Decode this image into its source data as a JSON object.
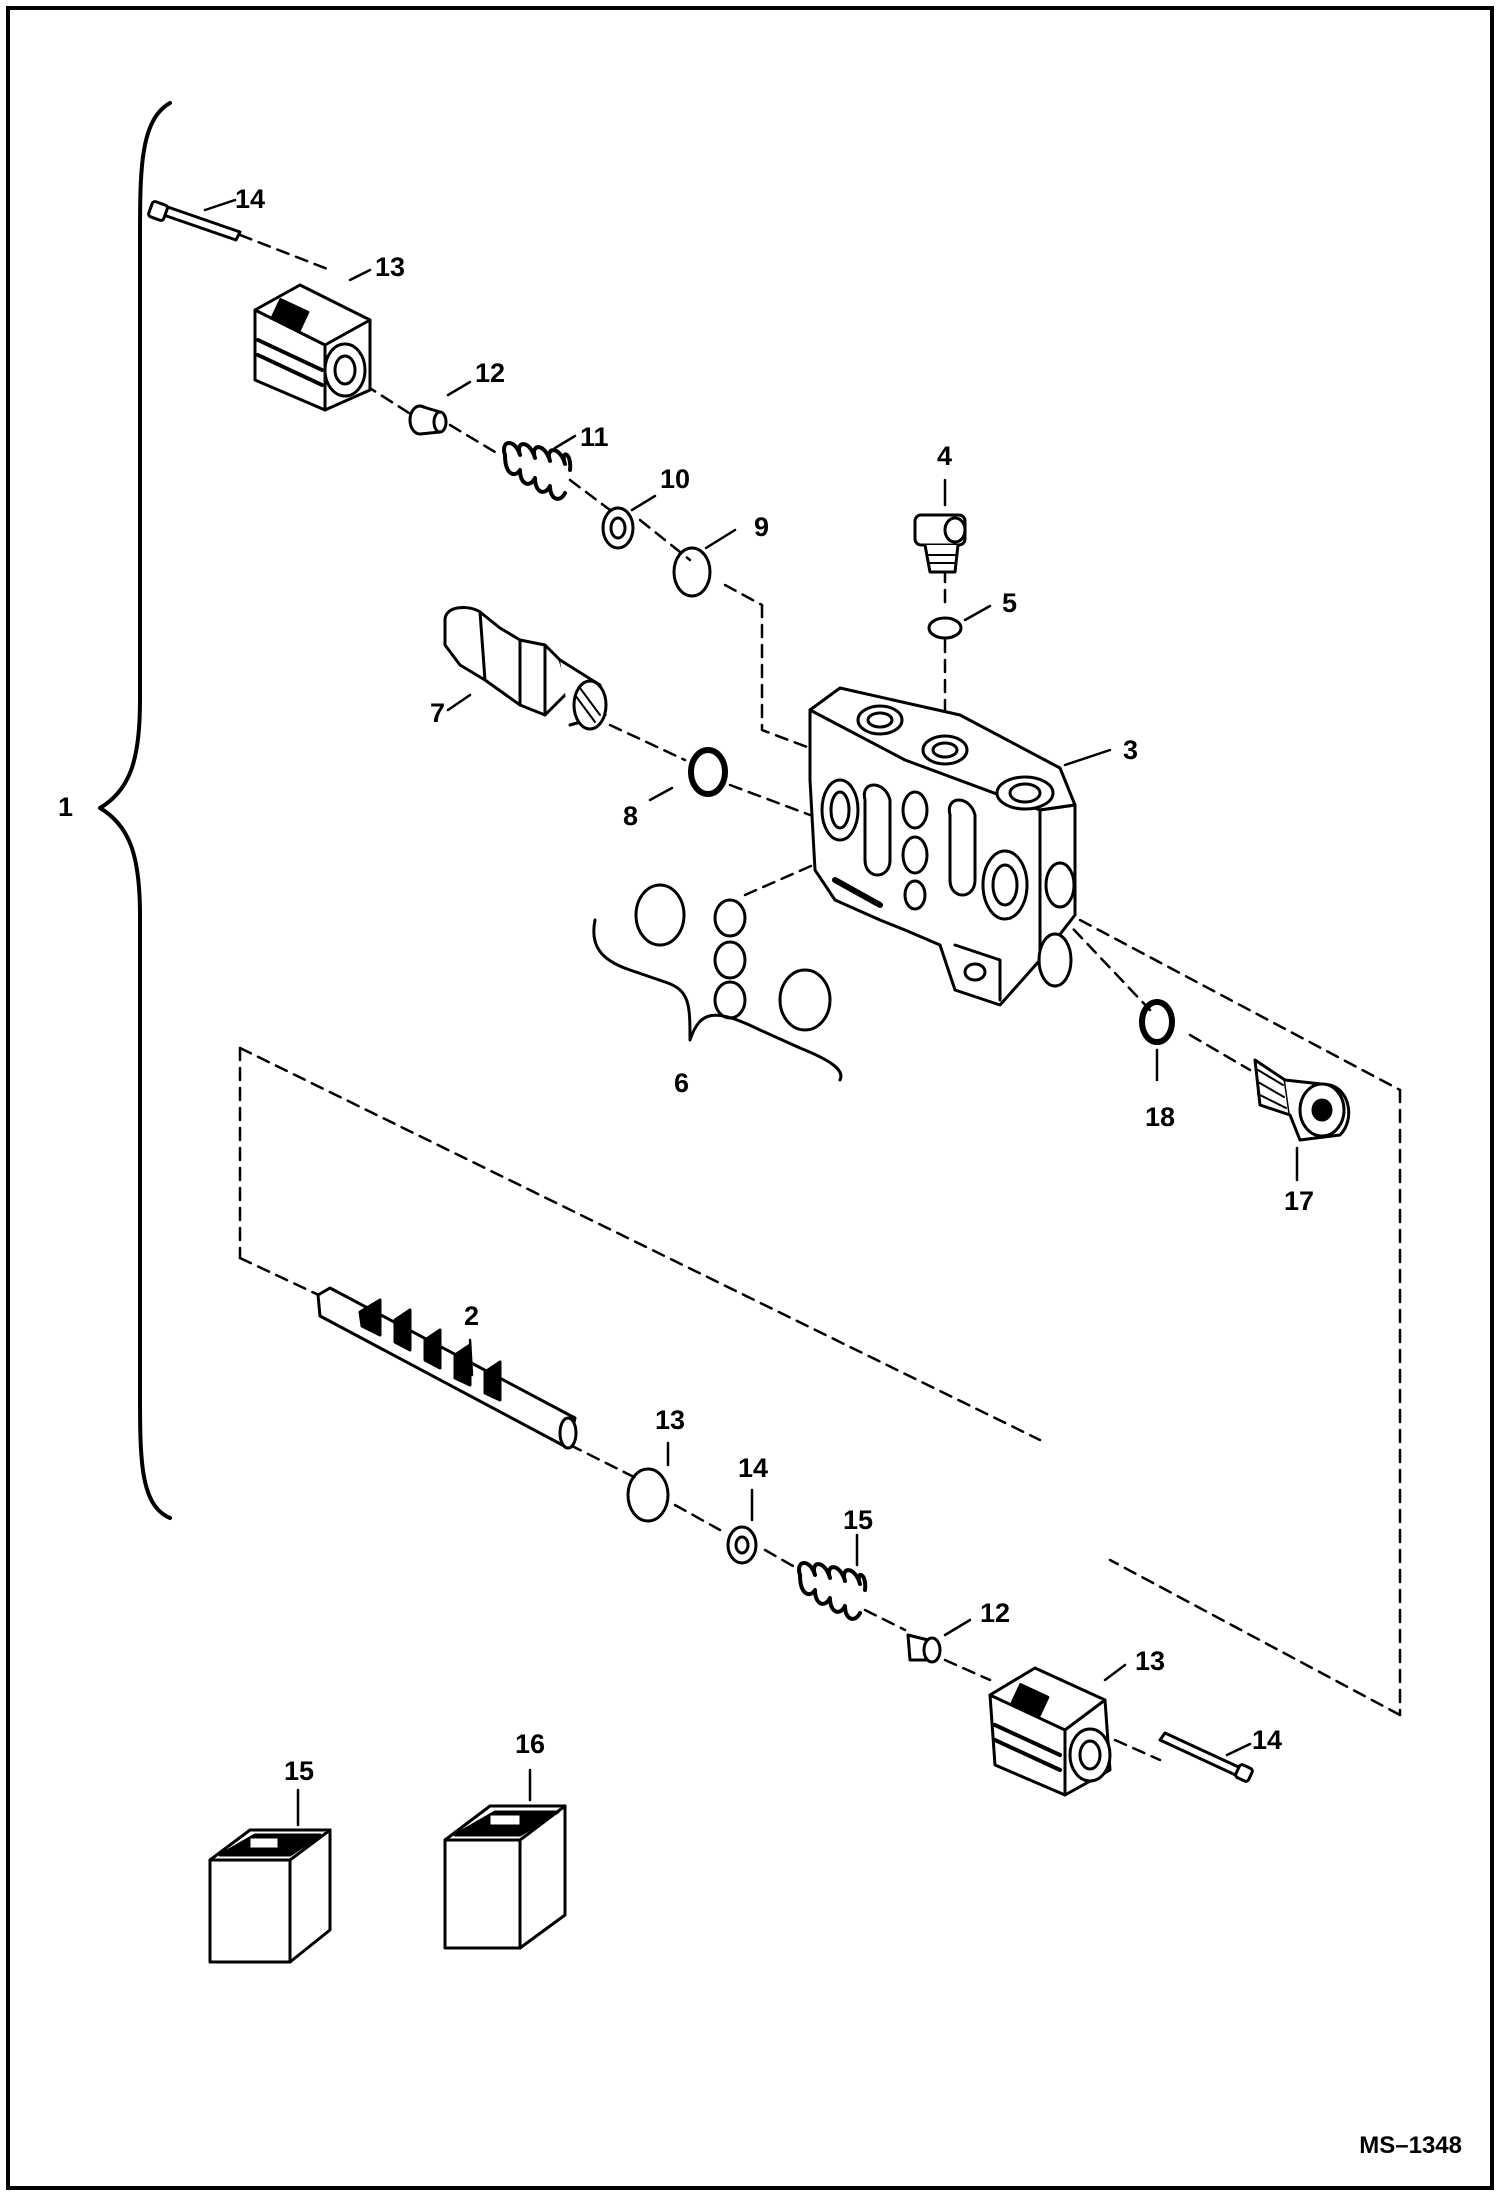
{
  "figure_code": "MS–1348",
  "callouts": {
    "c1": "1",
    "c2": "2",
    "c3": "3",
    "c4": "4",
    "c5": "5",
    "c6": "6",
    "c7": "7",
    "c8": "8",
    "c9": "9",
    "c10": "10",
    "c11": "11",
    "c12a": "12",
    "c13a": "13",
    "c14a": "14",
    "c17": "17",
    "c18": "18",
    "c13b": "13",
    "c14b": "14",
    "c15a": "15",
    "c12b": "12",
    "c13c": "13",
    "c14c": "14",
    "c15b": "15",
    "c16": "16"
  },
  "parts": [
    {
      "callout": "2",
      "icon": "spool-icon"
    },
    {
      "callout": "3",
      "icon": "valve-body-icon"
    },
    {
      "callout": "4",
      "icon": "plug-icon"
    },
    {
      "callout": "5",
      "icon": "o-ring-icon"
    },
    {
      "callout": "6",
      "icon": "o-ring-kit-icon"
    },
    {
      "callout": "7",
      "icon": "relief-valve-icon"
    },
    {
      "callout": "8",
      "icon": "o-ring-icon"
    },
    {
      "callout": "9",
      "icon": "o-ring-icon"
    },
    {
      "callout": "10",
      "icon": "washer-icon"
    },
    {
      "callout": "11",
      "icon": "spring-icon"
    },
    {
      "callout": "12",
      "icon": "spring-seat-icon"
    },
    {
      "callout": "13",
      "icon": "end-cap-icon"
    },
    {
      "callout": "14",
      "icon": "bolt-icon"
    },
    {
      "callout": "15",
      "icon": "kit-box-icon"
    },
    {
      "callout": "16",
      "icon": "kit-box-icon"
    },
    {
      "callout": "17",
      "icon": "plug-icon"
    },
    {
      "callout": "18",
      "icon": "o-ring-icon"
    }
  ]
}
